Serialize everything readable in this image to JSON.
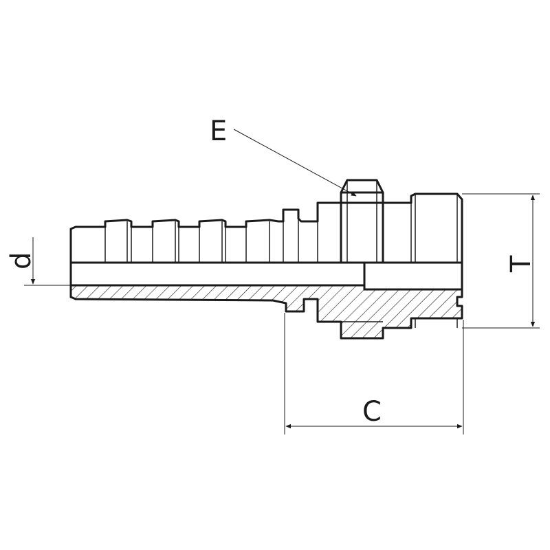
{
  "drawing": {
    "labels": {
      "E": "E",
      "d": "d",
      "T": "T",
      "C": "C"
    },
    "line_color": "#1a1a1a",
    "background": "#ffffff"
  }
}
